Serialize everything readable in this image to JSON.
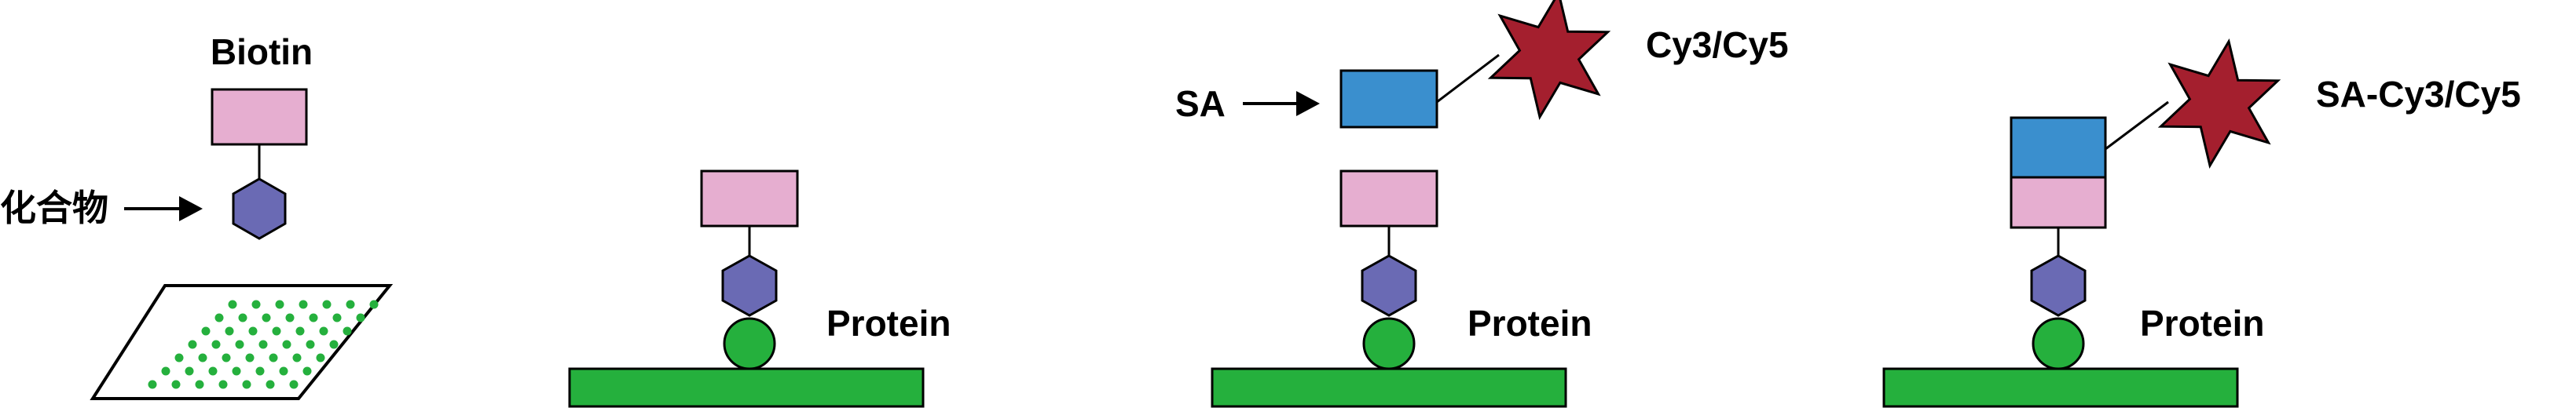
{
  "labels": {
    "biotin": "Biotin",
    "compound": "化合物",
    "sa": "SA",
    "cy3cy5": "Cy3/Cy5",
    "sa_cy3cy5": "SA-Cy3/Cy5",
    "protein_1": "Protein",
    "protein_2": "Protein",
    "protein_3": "Protein"
  },
  "colors": {
    "biotin": "#e6aed0",
    "compound": "#6a6ab4",
    "sa": "#3a8fce",
    "dye": "#a41f2e",
    "protein": "#25b03d",
    "surface": "#25b03d",
    "spot": "#25b03d",
    "outline": "#000000"
  }
}
